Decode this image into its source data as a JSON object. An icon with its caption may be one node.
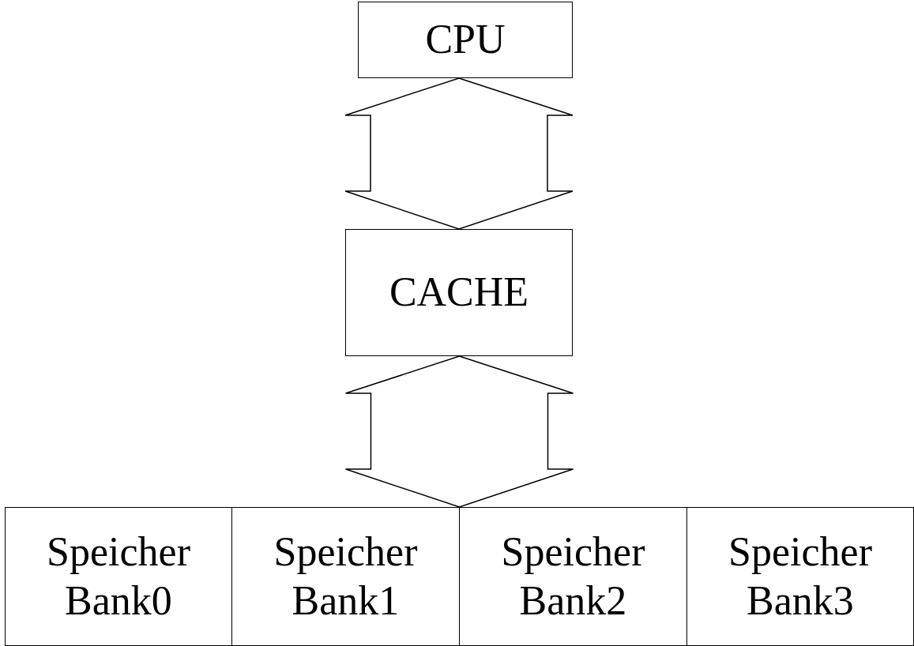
{
  "diagram": {
    "nodes": [
      {
        "text": [
          "CPU"
        ]
      },
      {
        "text": [
          "CACHE"
        ]
      },
      {
        "text": [
          "Speicher Bank0"
        ]
      },
      {
        "text": [
          "Speicher Bank1"
        ]
      },
      {
        "text": [
          "Speicher Bank2"
        ]
      },
      {
        "text": [
          "Speicher Bank3"
        ]
      }
    ],
    "edges": [
      {
        "from": 0,
        "to": 1,
        "arrow": "both"
      },
      {
        "from": 1,
        "to": 3,
        "arrow": "both"
      },
      {
        "from": 1,
        "to": 4,
        "arrow": "both"
      }
    ]
  }
}
